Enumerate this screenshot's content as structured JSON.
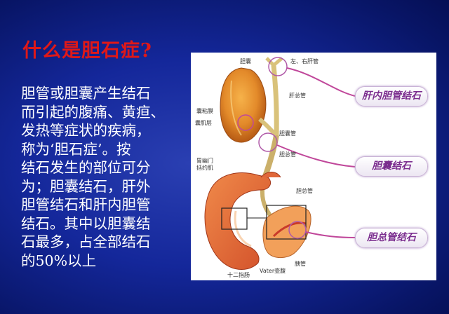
{
  "slide": {
    "title": "什么是胆石症?",
    "body_lines": [
      "胆管或胆囊产生结石",
      "而引起的腹痛、黄疸、",
      "发热等症状的疾病，",
      "称为‘胆石症’。按",
      "结石发生的部位可分",
      "为；胆囊结石，肝外",
      "胆管结石和肝内胆管",
      "结石。其中以胆囊结",
      "石最多，占全部结石",
      "的50%以上"
    ]
  },
  "figure": {
    "labels": {
      "gallbladder": "胆囊",
      "left_right_hepatic_duct": "左、右肝管",
      "common_hepatic_duct": "肝总管",
      "mucosa": "囊粘膜",
      "muscle_layer": "囊肌层",
      "cystic_duct": "胆囊管",
      "common_bile_duct": "胆总管",
      "pylorus_sphincter": "胃幽门\n括约肌",
      "bile_duct": "胆总管",
      "duodenum": "十二指肠",
      "vater_ampulla": "Vater壶腹",
      "pancreatic_duct": "胰管"
    },
    "tags": {
      "intrahepatic": "肝内胆管结石",
      "gallbladder": "胆囊结石",
      "common_bile_duct": "胆总管结石"
    },
    "colors": {
      "tag_text": "#7a2c8e",
      "pointer_line": "#c0479a",
      "organ_orange": "#e8742a"
    }
  }
}
